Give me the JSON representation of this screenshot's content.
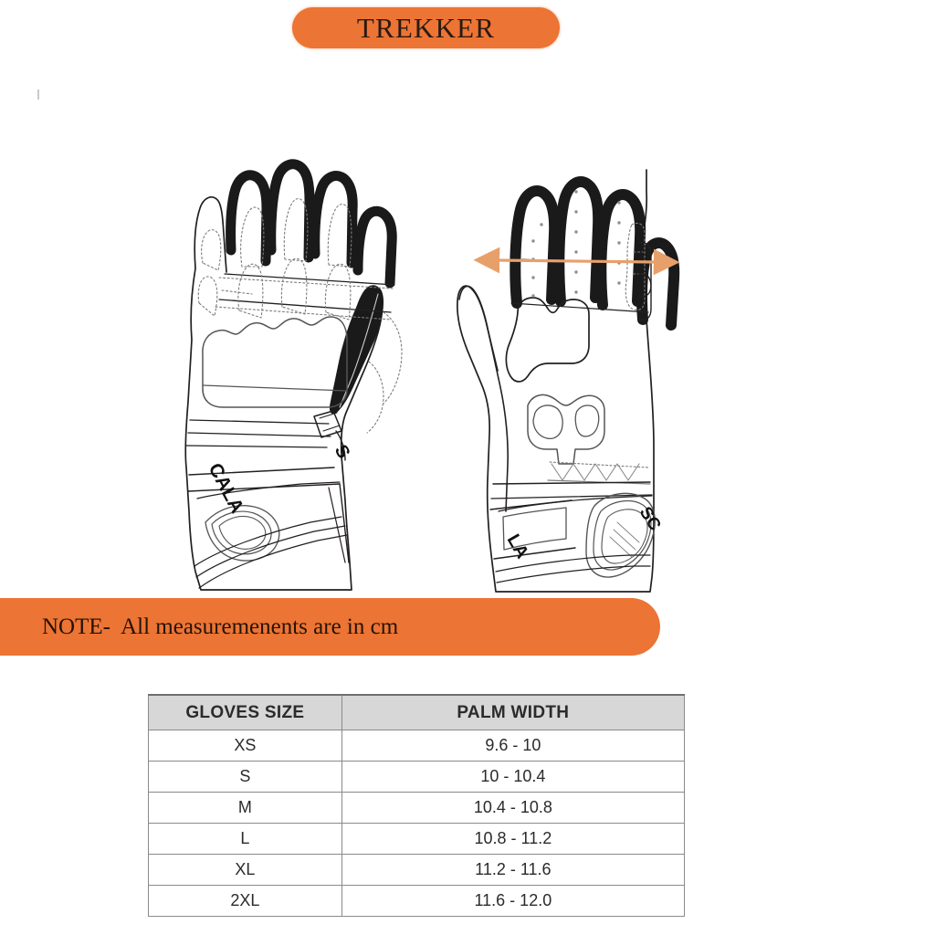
{
  "header": {
    "title": "TREKKER"
  },
  "note": {
    "text": "NOTE-  All measuremenents are in cm"
  },
  "colors": {
    "banner_orange": "#EC7434",
    "arrow_orange": "#E8A06A",
    "table_header_gray": "#D7D7D7",
    "line_black": "#231F20"
  },
  "illustration": {
    "left_glove": {
      "name": "glove-back-view",
      "brand_text": "CALA",
      "brand_text_secondary": "S"
    },
    "right_glove": {
      "name": "glove-palm-view",
      "brand_text": "LA",
      "brand_text_secondary": "SC",
      "measurement": {
        "label": "palm-width-arrow",
        "orientation": "horizontal",
        "double_headed": true
      }
    }
  },
  "table": {
    "headers": [
      "GLOVES SIZE",
      "PALM WIDTH"
    ],
    "rows": [
      {
        "size": "XS",
        "palm_width": "9.6 - 10"
      },
      {
        "size": "S",
        "palm_width": "10 - 10.4"
      },
      {
        "size": "M",
        "palm_width": "10.4 - 10.8"
      },
      {
        "size": "L",
        "palm_width": "10.8 - 11.2"
      },
      {
        "size": "XL",
        "palm_width": "11.2 - 11.6"
      },
      {
        "size": "2XL",
        "palm_width": "11.6 - 12.0"
      }
    ]
  }
}
